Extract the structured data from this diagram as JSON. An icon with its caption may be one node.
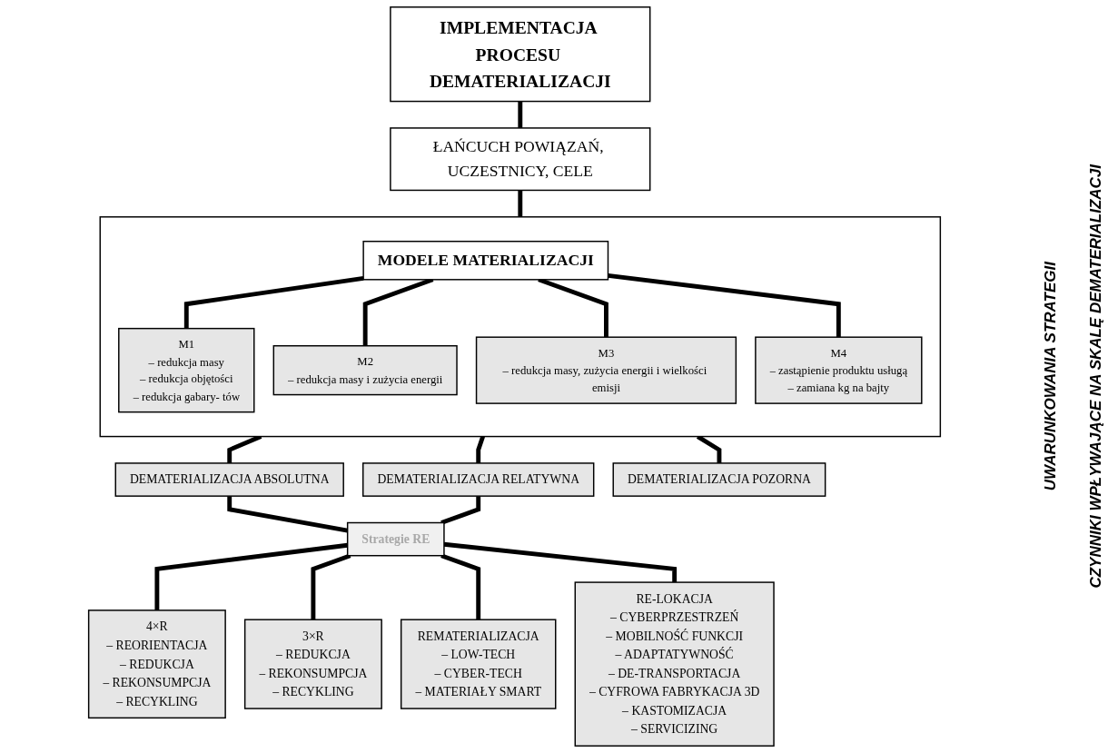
{
  "diagram": {
    "nodes": [
      {
        "text": [
          "IMPLEMENTACJA PROCESU DEMATERIALIZACJI"
        ]
      },
      {
        "text": [
          "ŁAŃCUCH POWIĄZAŃ, UCZESTNICY, CELE"
        ]
      },
      {
        "text": [],
        "shape": "box"
      },
      {
        "text": [
          "MODELE MATERIALIZACJI"
        ],
        "in": 2
      },
      {
        "text": [
          "M1",
          "– redukcja masy",
          "– redukcja objętości",
          "– redukcja gabary- tów"
        ],
        "in": 2
      },
      {
        "text": [
          "M2",
          "– redukcja masy i zużycia energii"
        ],
        "in": 2
      },
      {
        "text": [
          "M3",
          "– redukcja masy, zużycia energii i wielkości emisji"
        ],
        "in": 2
      },
      {
        "text": [
          "M4",
          "– zastąpienie produktu usługą",
          "– zamiana kg na bajty"
        ],
        "in": 2
      },
      {
        "text": [
          "DEMATERIALIZACJA ABSOLUTNA"
        ]
      },
      {
        "text": [
          "DEMATERIALIZACJA RELATYWNA"
        ]
      },
      {
        "text": [
          "DEMATERIALIZACJA POZORNA"
        ]
      },
      {
        "text": [
          "Strategie RE"
        ]
      },
      {
        "text": [
          "4×R",
          "– REORIENTACJA",
          "– REDUKCJA",
          "– REKONSUMPCJA",
          "– RECYKLING"
        ]
      },
      {
        "text": [
          "3×R",
          "– REDUKCJA",
          "– REKONSUMPCJA",
          "– RECYKLING"
        ]
      },
      {
        "text": [
          "REMATERIALIZACJA",
          "– LOW-TECH",
          "– CYBER-TECH",
          "– MATERIAŁY SMART"
        ]
      },
      {
        "text": [
          "RE-LOKACJA",
          "– CYBERPRZESTRZEŃ",
          "– MOBILNOŚĆ FUNKCJI",
          "– ADAPTATYWNOŚĆ",
          "– DE-TRANSPORTACJA",
          "– CYFROWA FABRYKACJA 3D",
          "– KASTOMIZACJA",
          "– SERVICIZING"
        ]
      }
    ],
    "edges": [
      {
        "from": 0,
        "to": 1,
        "arrow": "none"
      },
      {
        "from": 1,
        "to": 2,
        "arrow": "none"
      },
      {
        "from": 3,
        "to": 4,
        "arrow": "none"
      },
      {
        "from": 3,
        "to": 5,
        "arrow": "none"
      },
      {
        "from": 3,
        "to": 6,
        "arrow": "none"
      },
      {
        "from": 3,
        "to": 7,
        "arrow": "none"
      },
      {
        "from": 2,
        "to": 8,
        "arrow": "none"
      },
      {
        "from": 2,
        "to": 9,
        "arrow": "none"
      },
      {
        "from": 2,
        "to": 10,
        "arrow": "none"
      },
      {
        "from": 8,
        "to": 11,
        "arrow": "none"
      },
      {
        "from": 9,
        "to": 11,
        "arrow": "none"
      },
      {
        "from": 11,
        "to": 12,
        "arrow": "none"
      },
      {
        "from": 11,
        "to": 13,
        "arrow": "none"
      },
      {
        "from": 11,
        "to": 14,
        "arrow": "none"
      },
      {
        "from": 11,
        "to": 15,
        "arrow": "none"
      }
    ],
    "labels": [
      "UWARUNKOWANIA STRATEGII",
      "CZYNNIKI WPŁYWAJĄCE NA SKALĘ DEMATERIALIZACJI"
    ]
  }
}
